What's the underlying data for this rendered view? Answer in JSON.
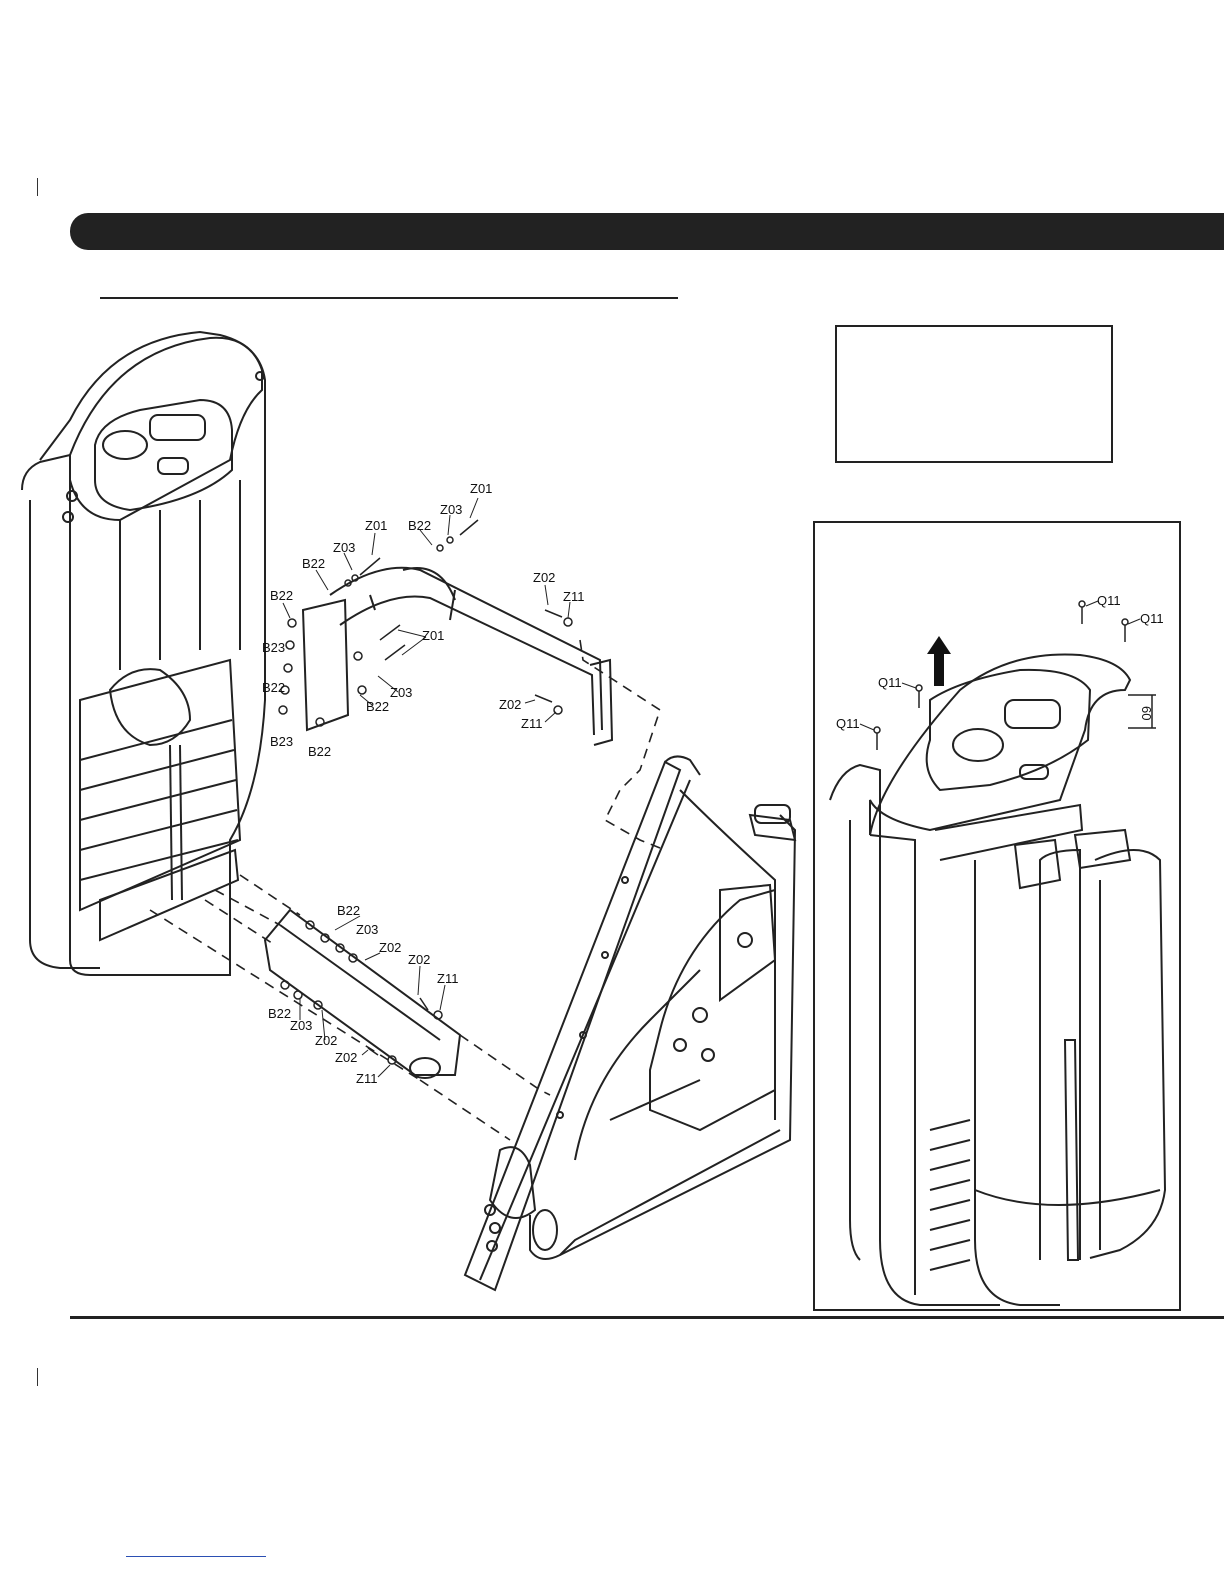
{
  "callouts": {
    "main": [
      {
        "label": "Z01"
      },
      {
        "label": "Z03"
      },
      {
        "label": "B22"
      },
      {
        "label": "Z01"
      },
      {
        "label": "Z03"
      },
      {
        "label": "B22"
      },
      {
        "label": "B22"
      },
      {
        "label": "B23"
      },
      {
        "label": "B22"
      },
      {
        "label": "B23"
      },
      {
        "label": "B22"
      },
      {
        "label": "Z01"
      },
      {
        "label": "Z03"
      },
      {
        "label": "B22"
      },
      {
        "label": "Z02"
      },
      {
        "label": "Z11"
      },
      {
        "label": "Z02"
      },
      {
        "label": "Z11"
      },
      {
        "label": "B22"
      },
      {
        "label": "Z03"
      },
      {
        "label": "Z02"
      },
      {
        "label": "Z02"
      },
      {
        "label": "Z11"
      },
      {
        "label": "B22"
      },
      {
        "label": "Z03"
      },
      {
        "label": "Z02"
      },
      {
        "label": "Z02"
      },
      {
        "label": "Z11"
      }
    ],
    "inset": [
      {
        "label": "Q11"
      },
      {
        "label": "Q11"
      },
      {
        "label": "Q11"
      },
      {
        "label": "Q11"
      }
    ],
    "dimension": "60"
  },
  "colors": {
    "ink": "#222222",
    "paper": "#ffffff",
    "link": "#2b4fb3"
  }
}
